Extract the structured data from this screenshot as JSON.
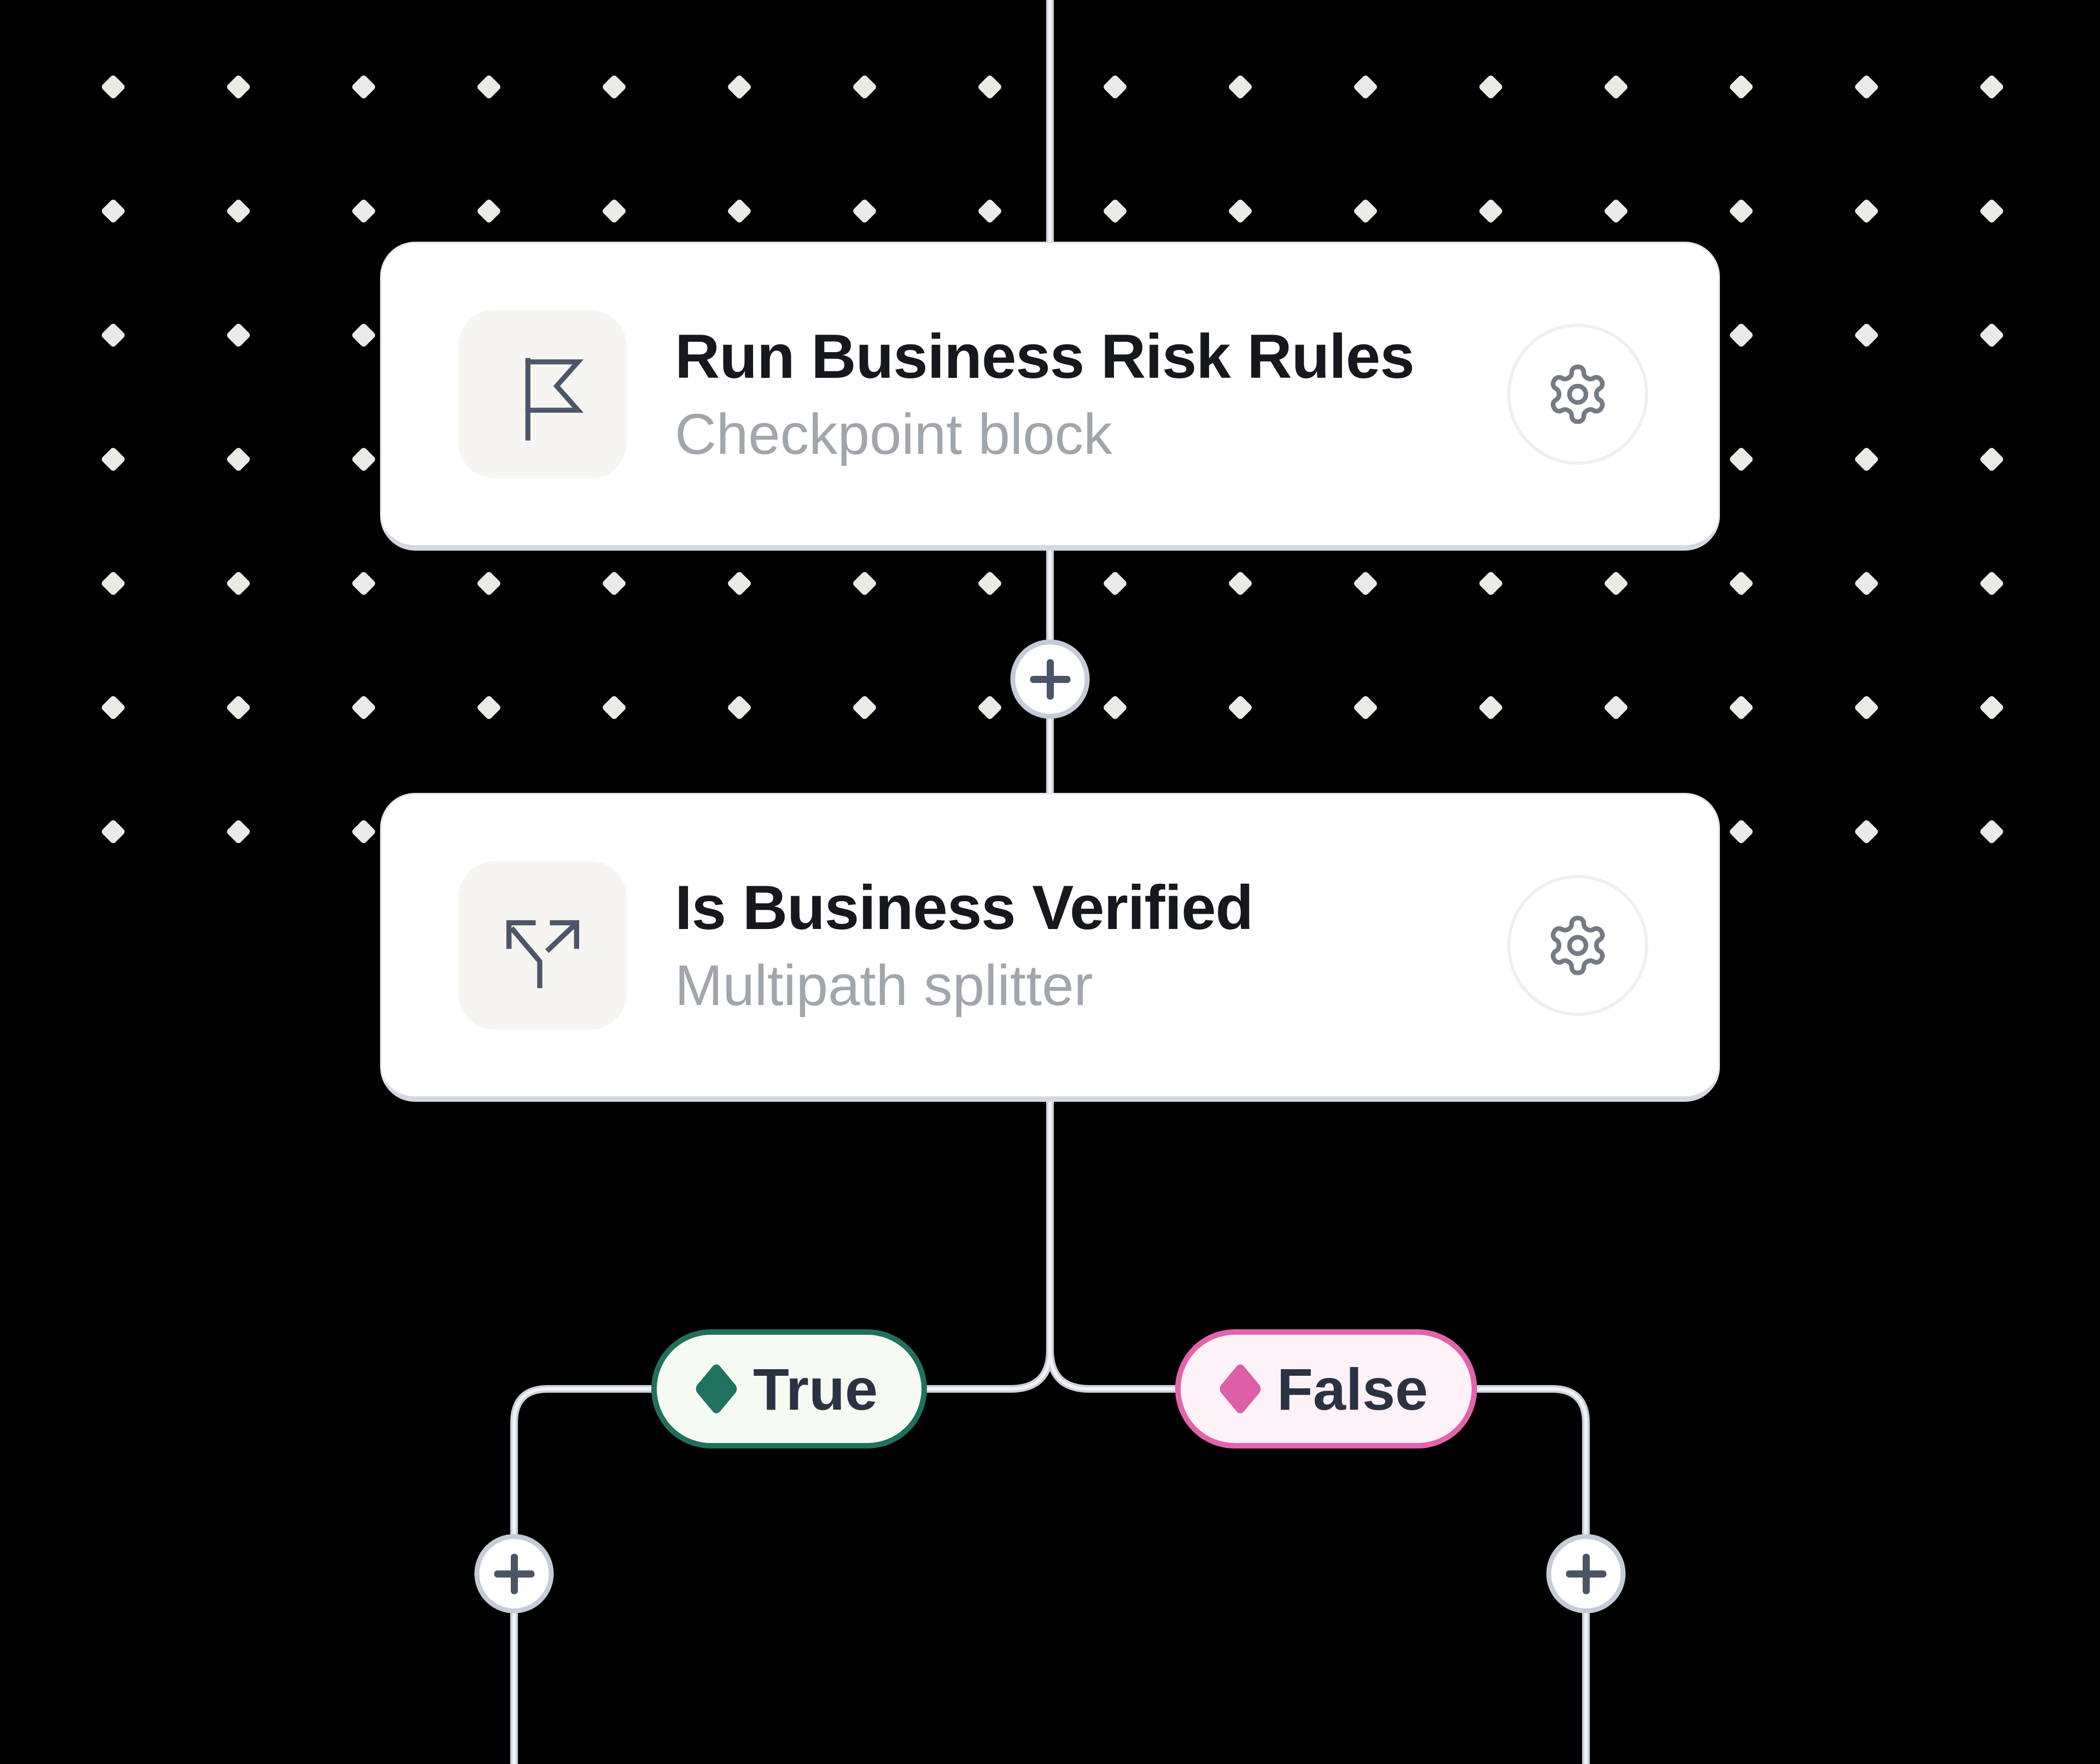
{
  "canvas": {
    "background": "#000000",
    "dot": {
      "icon": "diamond-dot-icon",
      "color": "#ECEAE7"
    }
  },
  "connector": {
    "line_color": "#CCD1DC",
    "line_highlight_color": "#F2F3F7",
    "plus_icon": "plus-icon",
    "plus_icon_color": "#4B5568",
    "plus_border_color": "#C5CBD8"
  },
  "nodes": [
    {
      "title": "Run Business Risk Rules",
      "subtitle": "Checkpoint block",
      "icon": "flag-icon",
      "icon_color": "#4C5668",
      "settings_icon": "gear-icon",
      "settings_icon_color": "#757B84"
    },
    {
      "title": "Is Business Verified",
      "subtitle": "Multipath splitter",
      "icon": "split-path-icon",
      "icon_color": "#4C5668",
      "settings_icon": "gear-icon",
      "settings_icon_color": "#757B84"
    }
  ],
  "branches": [
    {
      "label": "True",
      "icon": "diamond-icon",
      "text_color": "#2B3243",
      "border_color": "#20705D",
      "background": "#F5FAF2",
      "diamond_color": "#1F7260"
    },
    {
      "label": "False",
      "icon": "diamond-icon",
      "text_color": "#2B3243",
      "border_color": "#E264AD",
      "background": "#FDF2F8",
      "diamond_color": "#DD5FA8"
    }
  ]
}
